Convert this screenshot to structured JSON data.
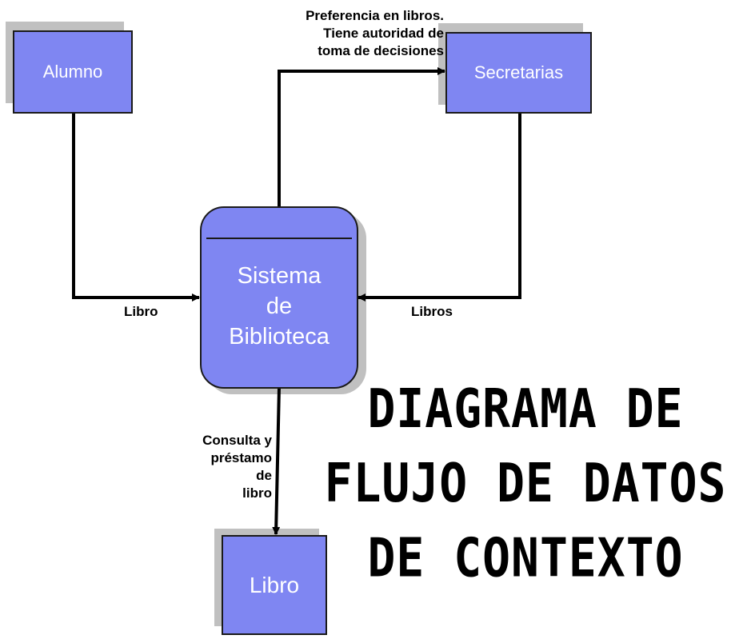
{
  "entities": {
    "alumno": "Alumno",
    "secretarias": "Secretarias",
    "libro": "Libro"
  },
  "process": {
    "label": "Sistema\nde\nBiblioteca"
  },
  "flows": {
    "alumno_to_sistema": "Libro",
    "secretarias_to_sistema": "Libros",
    "sistema_to_secretarias": "Preferencia en libros.\nTiene autoridad de\ntoma de decisiones",
    "sistema_to_libro": "Consulta y\npréstamo\nde\nlibro"
  },
  "title": "DIAGRAMA DE\nFLUJO DE DATOS\nDE CONTEXTO",
  "colors": {
    "box_fill": "#7f86f2",
    "shadow": "#c0c0c0",
    "line": "#000000"
  }
}
